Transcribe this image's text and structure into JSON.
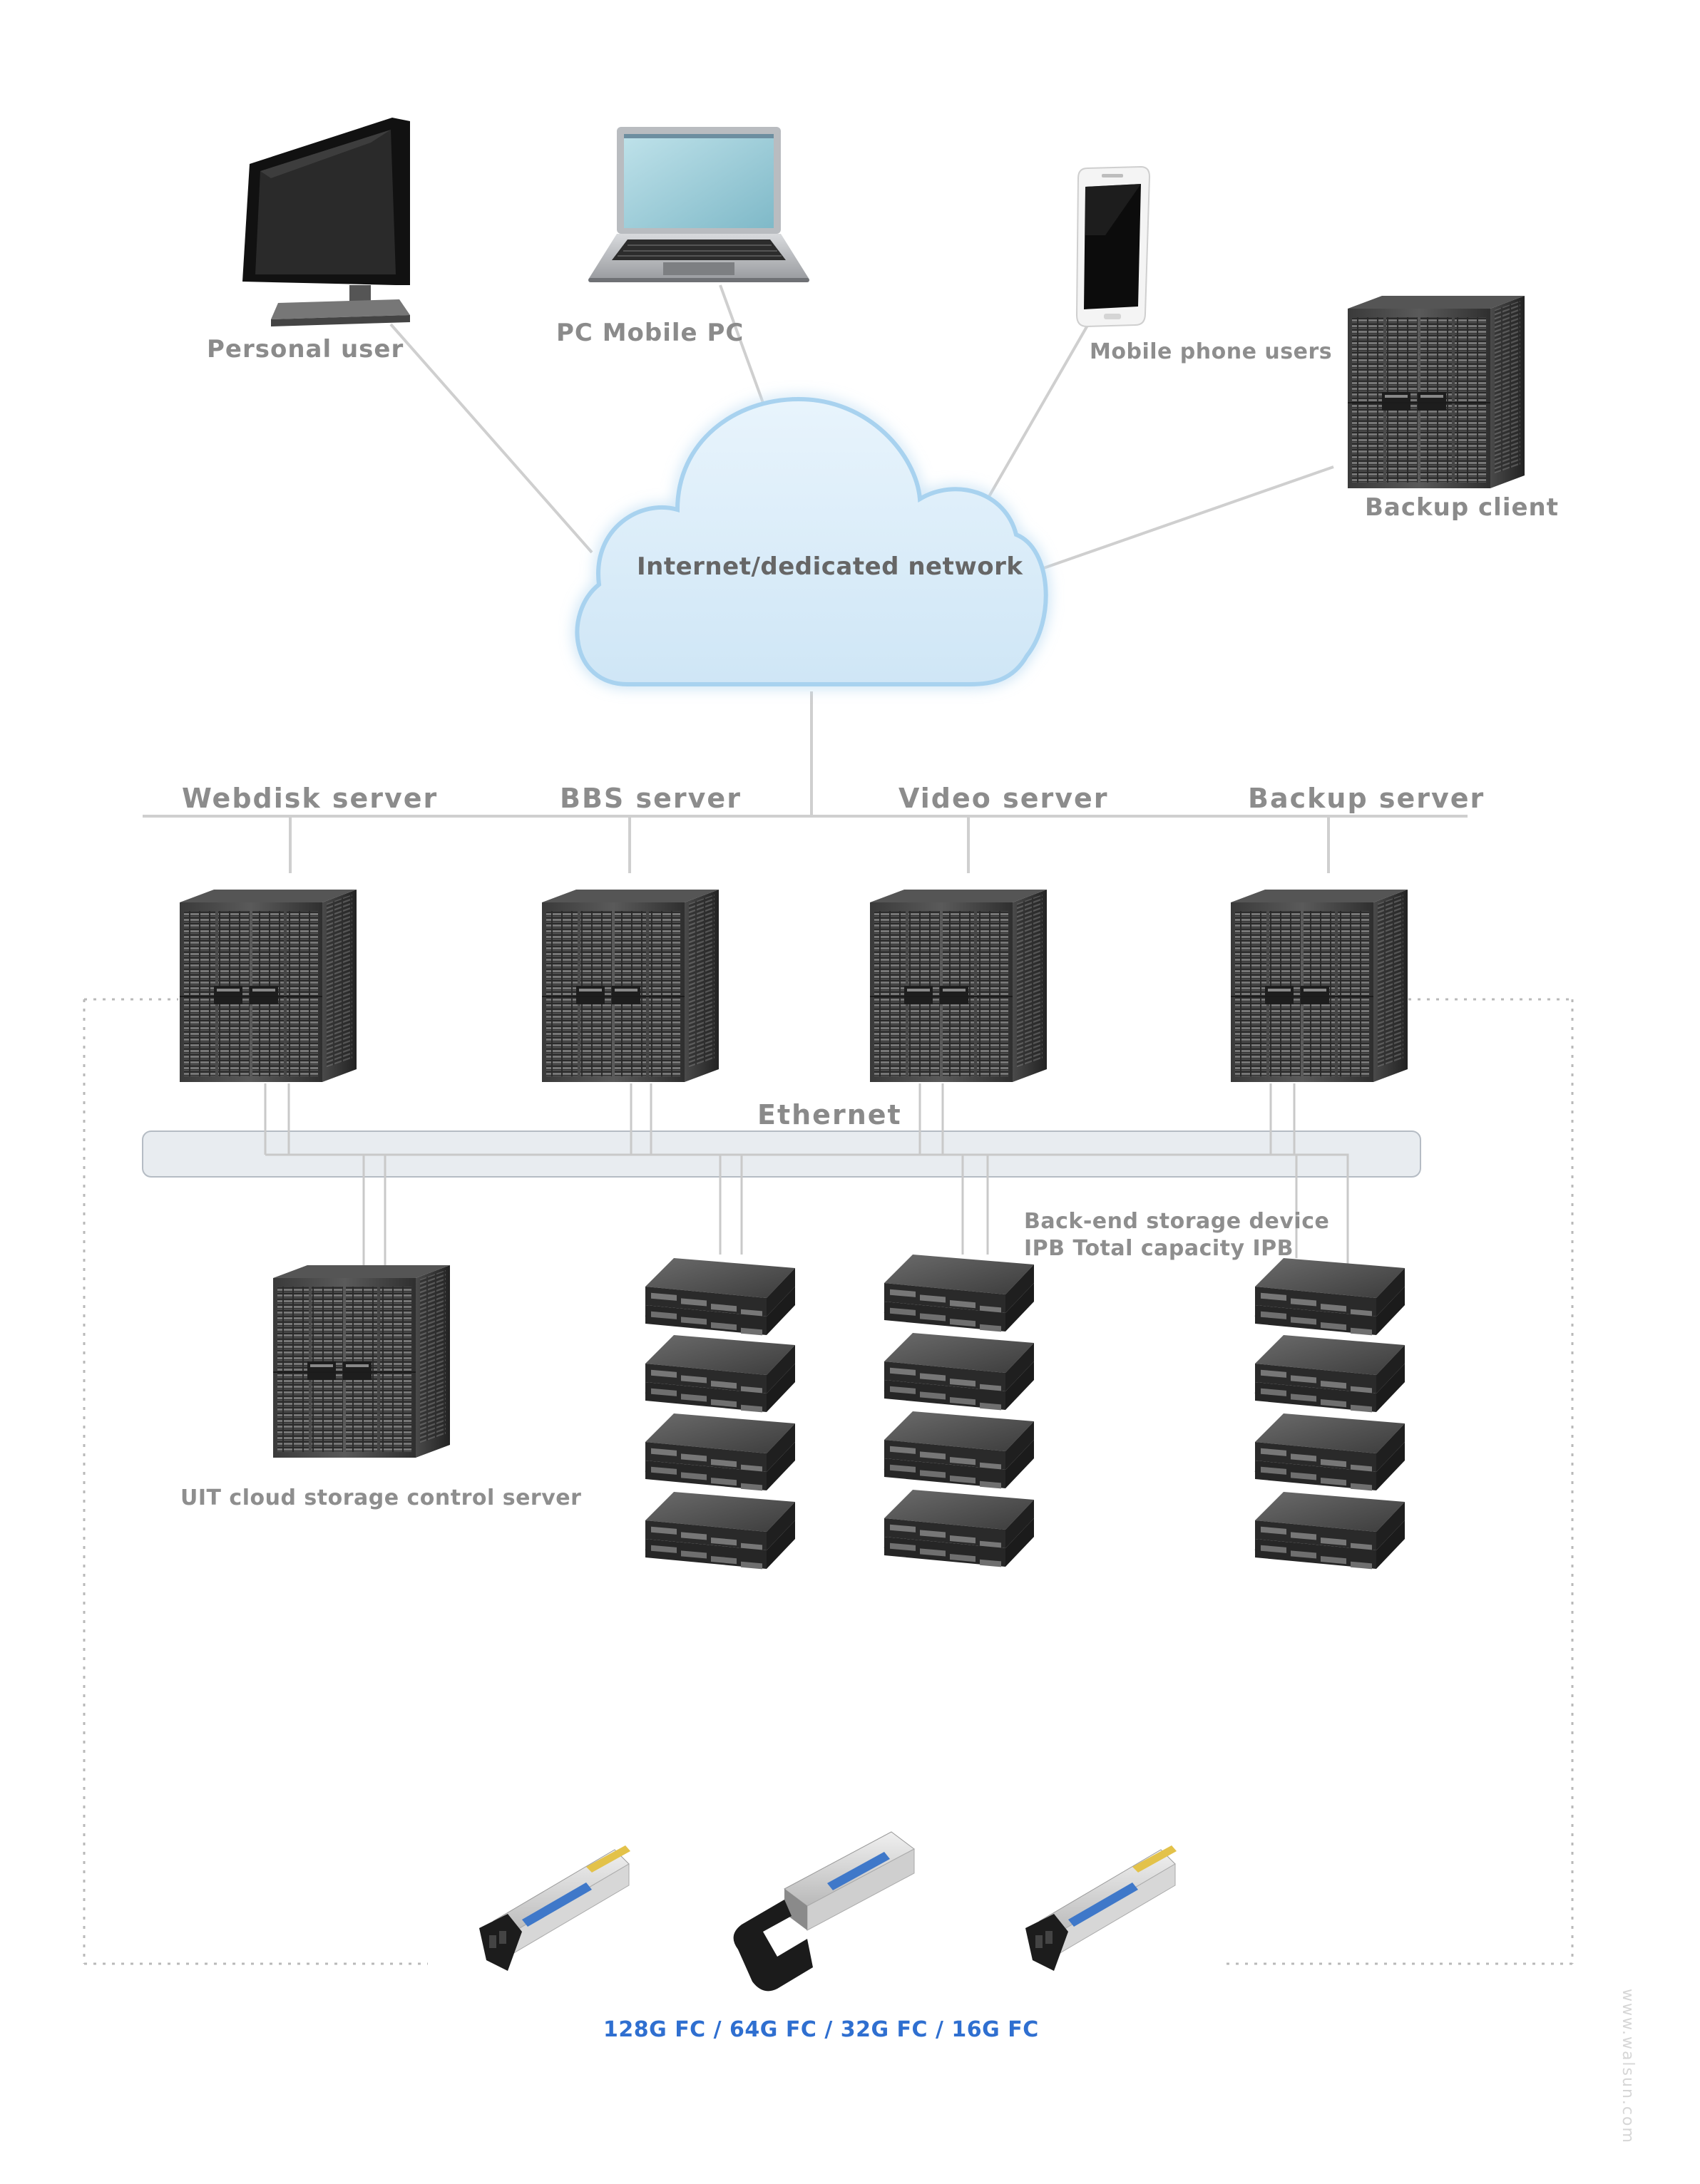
{
  "clients": {
    "personal_user": "Personal user",
    "pc_mobile": "PC Mobile PC",
    "mobile_phone": "Mobile phone users",
    "backup_client": "Backup client"
  },
  "network": {
    "cloud_label": "Internet/dedicated network"
  },
  "servers": {
    "webdisk": "Webdisk server",
    "bbs": "BBS server",
    "video": "Video server",
    "backup": "Backup server"
  },
  "ethernet": {
    "label": "Ethernet"
  },
  "storage": {
    "backend_line1": "Back-end storage device",
    "backend_line2": "IPB Total capacity IPB",
    "control_server": "UIT cloud storage control server"
  },
  "transceivers": {
    "label": "128G FC / 64G FC / 32G FC / 16G FC"
  },
  "watermark": "www.walsun.com",
  "colors": {
    "line": "#c9c9c9",
    "dotted": "#b5b5b5",
    "cloud_fill": "#dcedf9",
    "cloud_glow": "#a8d2ef",
    "ethernet_bar": "#e6eaef",
    "accent_blue": "#2f6fd0",
    "label_grey": "#8b8b8b"
  }
}
